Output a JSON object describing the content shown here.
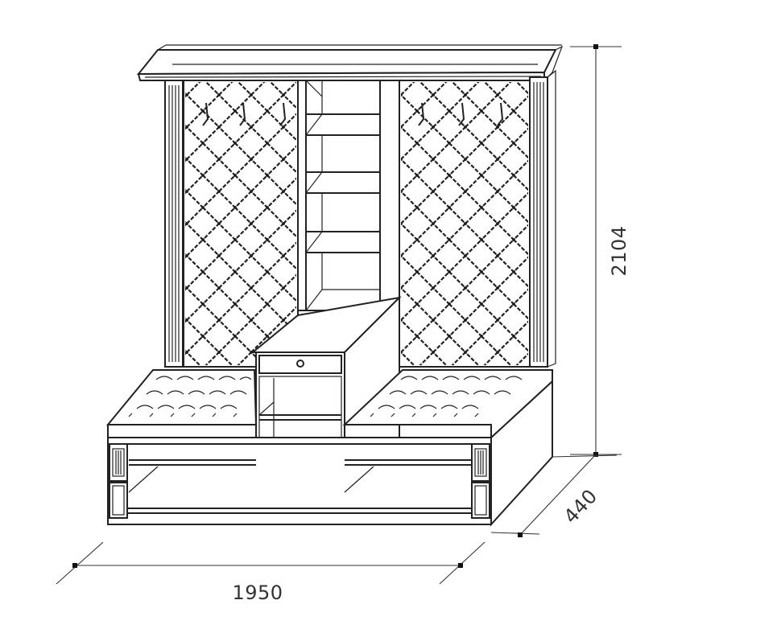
{
  "dimensions": {
    "width": "1950",
    "height": "2104",
    "depth": "440"
  }
}
